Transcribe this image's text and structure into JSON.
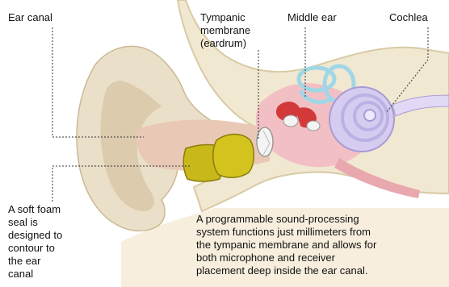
{
  "labels": {
    "ear_canal": "Ear canal",
    "tympanic_membrane": "Tympanic\nmembrane\n(eardrum)",
    "middle_ear": "Middle ear",
    "cochlea": "Cochlea",
    "foam_seal": "A soft foam\nseal is\ndesigned to\ncontour to\nthe ear\ncanal",
    "sound_system": "A programmable sound-processing\nsystem functions just millimeters from\nthe tympanic membrane and allows for\nboth microphone and receiver\nplacement deep inside the ear canal."
  },
  "colors": {
    "skin": "#eadfc8",
    "skin_shadow": "#cbb996",
    "skull_bone": "#f1e8d2",
    "bone_edge": "#d9caa6",
    "canal_wall": "#e9c9b6",
    "middle_ear_pink": "#f2bfc4",
    "ossicle_red": "#d23a3a",
    "ossicle_white": "#f4f4f4",
    "cochlea_lilac": "#d6ccf0",
    "cochlea_edge": "#a89bd4",
    "semicircular": "#9fd7e6",
    "device_yellow": "#c9b81a",
    "device_shadow": "#8a7c0b",
    "leader_line": "#333333"
  }
}
